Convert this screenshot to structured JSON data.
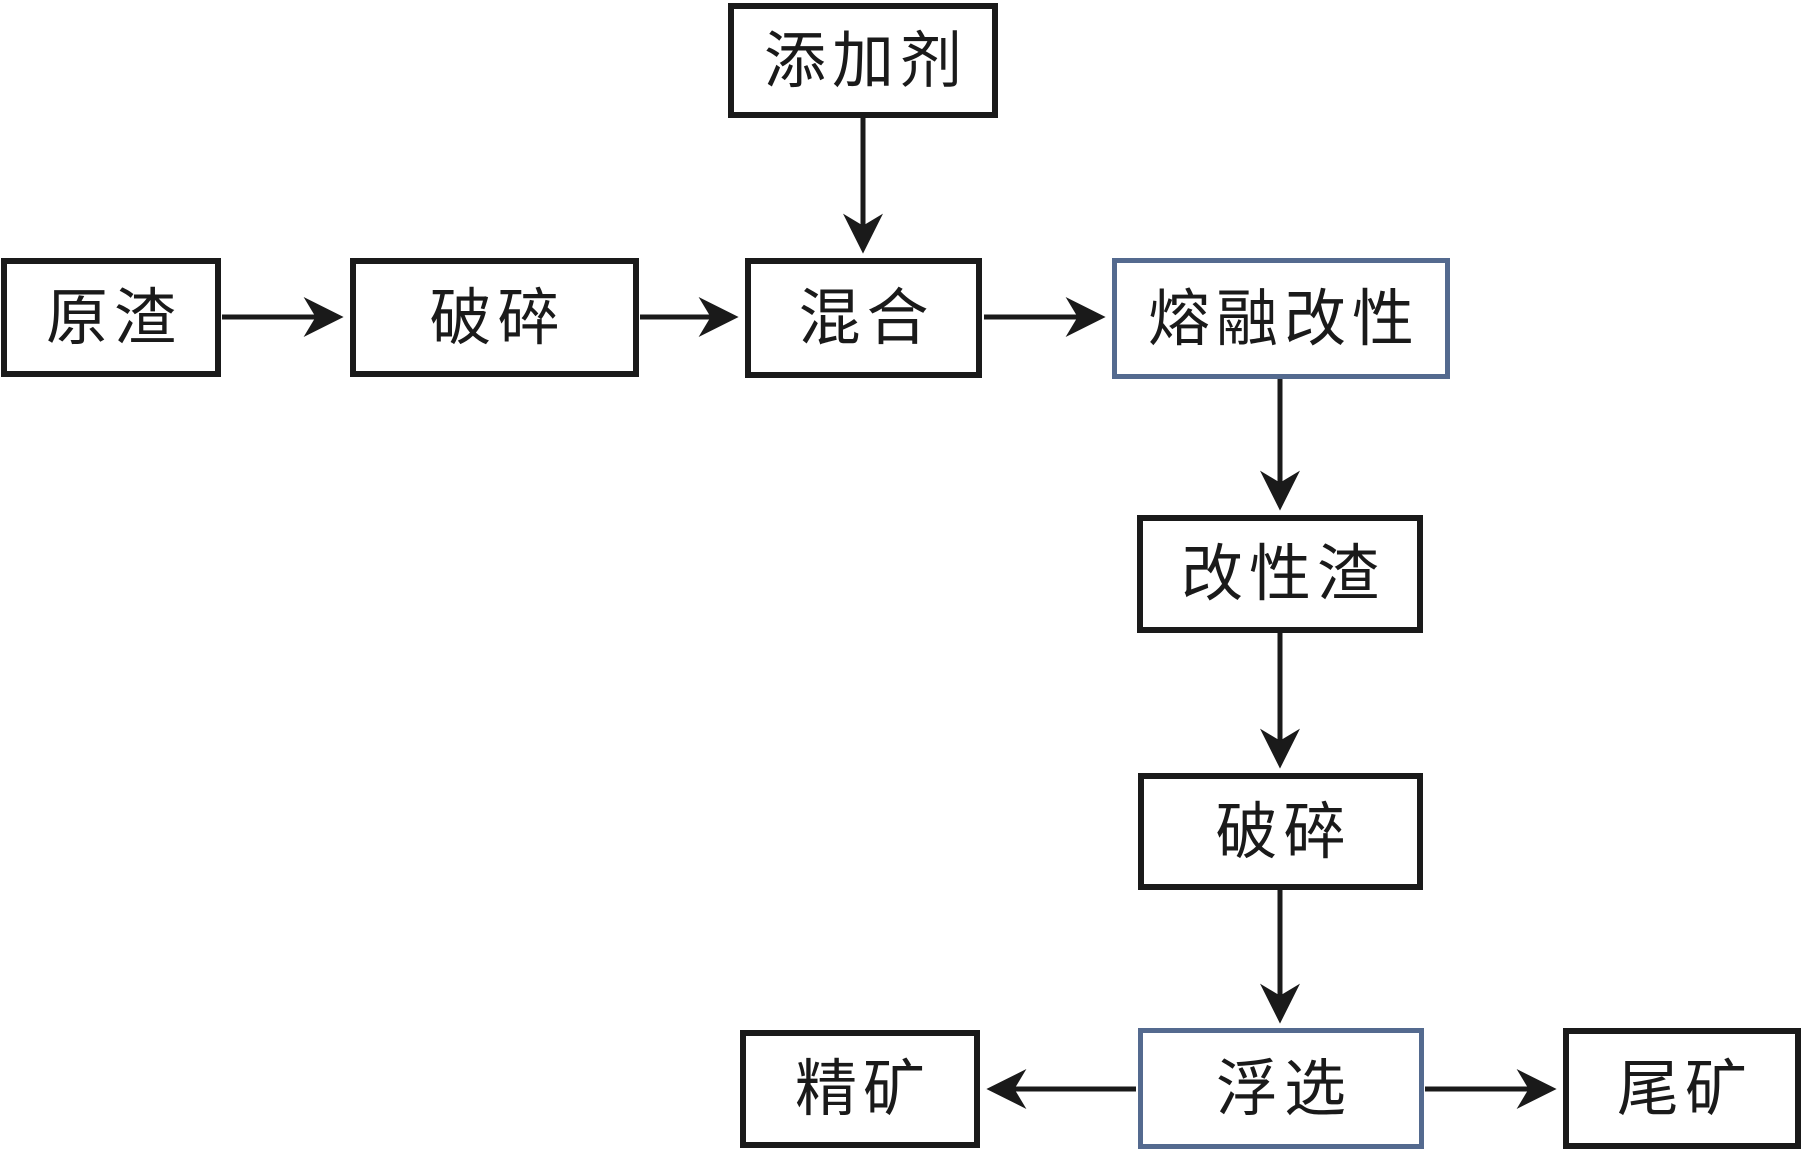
{
  "diagram": {
    "type": "flowchart",
    "language": "zh",
    "colors": {
      "background": "#ffffff",
      "box_border": "#1a1a1a",
      "highlight_border": "#546a8f",
      "arrow": "#1a1a1a",
      "text": "#1a1a1a"
    },
    "nodes": {
      "additive": {
        "label": "添加剂"
      },
      "raw_slag": {
        "label": "原渣"
      },
      "crushing_1": {
        "label": "破碎"
      },
      "mixing": {
        "label": "混合"
      },
      "melt_modification": {
        "label": "熔融改性",
        "highlighted": true
      },
      "modified_slag": {
        "label": "改性渣"
      },
      "crushing_2": {
        "label": "破碎"
      },
      "flotation": {
        "label": "浮选",
        "highlighted": true
      },
      "concentrate": {
        "label": "精矿"
      },
      "tailings": {
        "label": "尾矿"
      }
    },
    "edges": [
      {
        "from": "raw_slag",
        "to": "crushing_1"
      },
      {
        "from": "crushing_1",
        "to": "mixing"
      },
      {
        "from": "additive",
        "to": "mixing"
      },
      {
        "from": "mixing",
        "to": "melt_modification"
      },
      {
        "from": "melt_modification",
        "to": "modified_slag"
      },
      {
        "from": "modified_slag",
        "to": "crushing_2"
      },
      {
        "from": "crushing_2",
        "to": "flotation"
      },
      {
        "from": "flotation",
        "to": "concentrate"
      },
      {
        "from": "flotation",
        "to": "tailings"
      }
    ]
  }
}
